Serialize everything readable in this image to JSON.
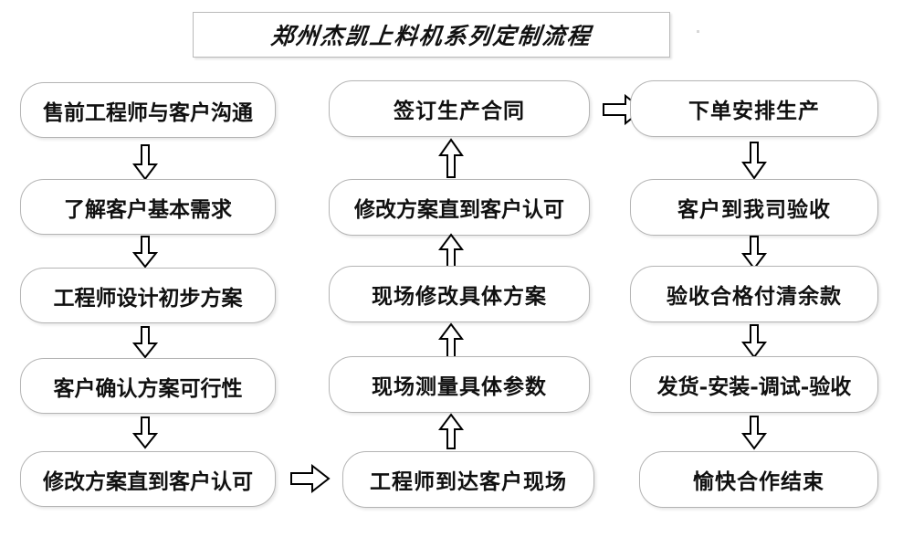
{
  "title": {
    "text": "郑州杰凯上料机系列定制流程"
  },
  "columns": {
    "left": {
      "name": "pre-sales-column",
      "nodes": [
        {
          "label": "售前工程师与客户沟通"
        },
        {
          "label": "了解客户基本需求"
        },
        {
          "label": "工程师设计初步方案"
        },
        {
          "label": "客户确认方案可行性"
        },
        {
          "label": "修改方案直到客户认可"
        }
      ]
    },
    "middle": {
      "name": "on-site-column",
      "nodes": [
        {
          "label": "签订生产合同"
        },
        {
          "label": "修改方案直到客户认可"
        },
        {
          "label": "现场修改具体方案"
        },
        {
          "label": "现场测量具体参数"
        },
        {
          "label": "工程师到达客户现场"
        }
      ]
    },
    "right": {
      "name": "production-column",
      "nodes": [
        {
          "label": "下单安排生产"
        },
        {
          "label": "客户到我司验收"
        },
        {
          "label": "验收合格付清余款"
        },
        {
          "label": "发货-安装-调试-验收"
        },
        {
          "label": "愉快合作结束"
        }
      ]
    }
  },
  "arrows": {
    "left_down_1": {
      "direction": "down"
    },
    "left_down_2": {
      "direction": "down"
    },
    "left_down_3": {
      "direction": "down"
    },
    "left_down_4": {
      "direction": "down"
    },
    "left_to_middle": {
      "direction": "right"
    },
    "middle_up_1": {
      "direction": "up"
    },
    "middle_up_2": {
      "direction": "up"
    },
    "middle_up_3": {
      "direction": "up"
    },
    "middle_up_4": {
      "direction": "up"
    },
    "middle_to_right": {
      "direction": "right"
    },
    "right_down_1": {
      "direction": "down"
    },
    "right_down_2": {
      "direction": "down"
    },
    "right_down_3": {
      "direction": "down"
    },
    "right_down_4": {
      "direction": "down"
    }
  },
  "colors": {
    "node_border": "#b4b4b4",
    "title_border": "#b9b9b9",
    "text": "#101010",
    "arrow_stroke": "#000000",
    "background": "#ffffff"
  }
}
